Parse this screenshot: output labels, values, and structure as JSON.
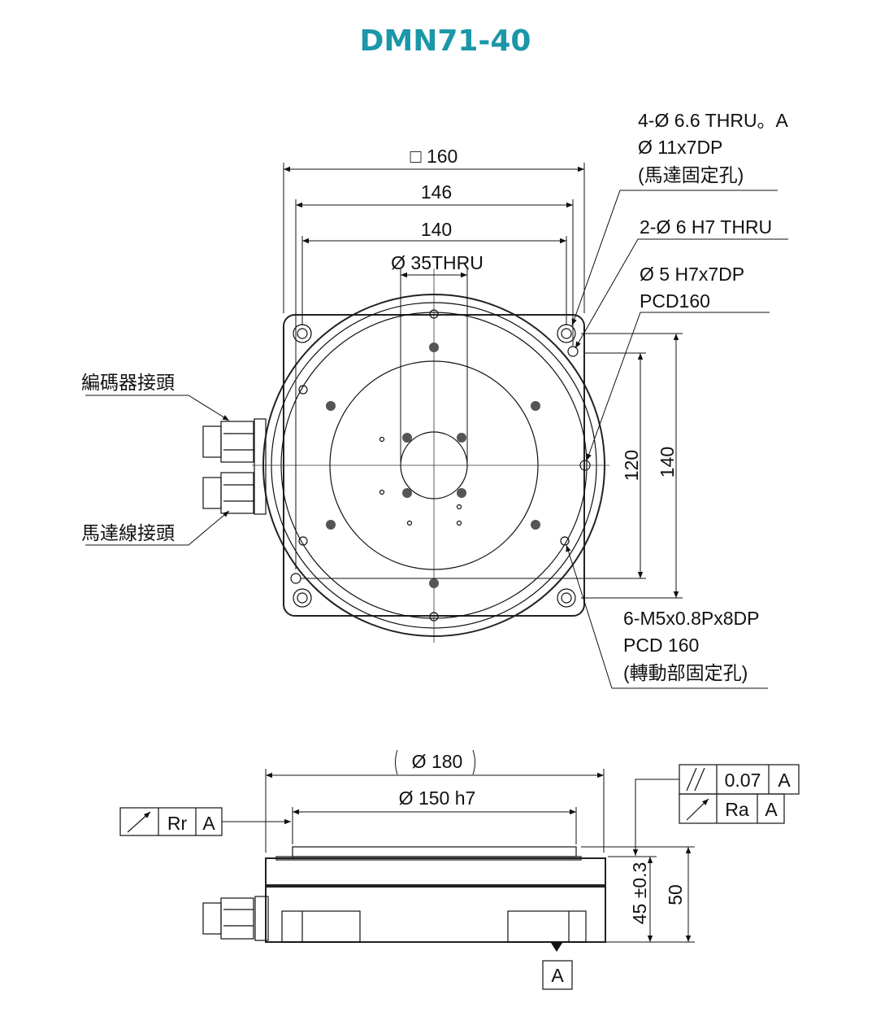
{
  "title": "DMN71-40",
  "colors": {
    "title": "#1a97a8"
  },
  "top_view": {
    "dims": {
      "square": "□ 160",
      "d146": "146",
      "d140": "140",
      "bore": "Ø  35THRU",
      "v120": "120",
      "v140": "140"
    },
    "callouts": {
      "motor_holes": [
        "4-Ø  6.6 THRU。A",
        "Ø  11x7DP",
        "(馬達固定孔)"
      ],
      "pin_holes": [
        "2-Ø  6 H7 THRU"
      ],
      "pcd_hole": [
        "Ø  5  H7x7DP",
        "PCD160"
      ],
      "rotor_taps": [
        "6-M5x0.8Px8DP",
        "PCD 160",
        "(轉動部固定孔)"
      ],
      "encoder": "編碼器接頭",
      "motor_cable": "馬達線接頭"
    }
  },
  "side_view": {
    "d180": "Ø  180",
    "d150": "Ø  150 h7",
    "h45": "45 ±0.3",
    "h50": "50",
    "runout_frame": {
      "value": "Rr",
      "datum": "A"
    },
    "parallel_frame": {
      "value": "0.07",
      "datum": "A"
    },
    "axial_frame": {
      "value": "Ra",
      "datum": "A"
    },
    "datum_label": "A"
  }
}
